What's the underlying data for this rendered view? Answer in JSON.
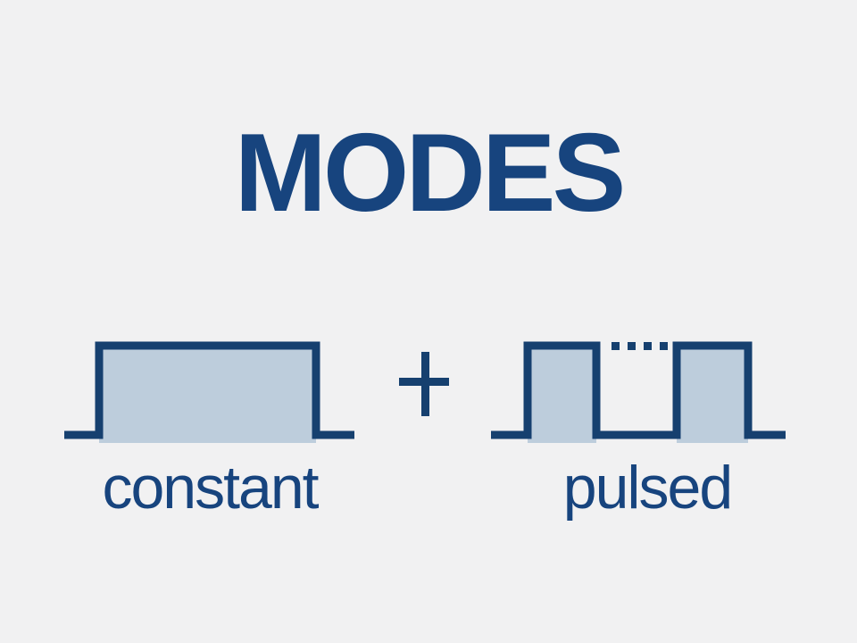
{
  "title": {
    "text": "MODES"
  },
  "figures": {
    "constant": {
      "label": "constant"
    },
    "pulsed": {
      "label": "pulsed"
    }
  },
  "operator": {
    "plus_icon_glyph": "+"
  },
  "colors": {
    "background": "#f1f1f2",
    "navy_stroke": "#16406f",
    "navy_text": "#17447e",
    "pulse_fill": "#bdcddc"
  }
}
